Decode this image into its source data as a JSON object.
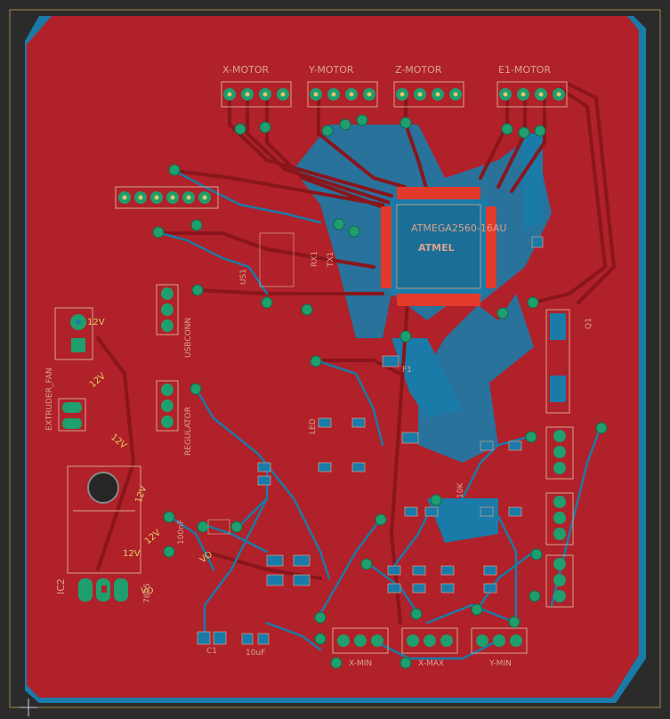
{
  "pcb": {
    "colors": {
      "background": "#2b2b2b",
      "frame": "#a08a44",
      "copper_top": "#b0212a",
      "copper_top_dark": "#8d1a20",
      "copper_bottom": "#1a7ba8",
      "trace_top": "#8a151b",
      "pad_green": "#1f9e6e",
      "silkscreen": "#d9a38e"
    },
    "labels": {
      "x_motor": "X-MOTOR",
      "y_motor": "Y-MOTOR",
      "z_motor": "Z-MOTOR",
      "e1_motor": "E1-MOTOR",
      "mcu": "ATMEGA2560-16AU",
      "atmel": "ATMEL",
      "extruder_fan": "EXTRUDER_FAN",
      "usb_conn": "USBCONN",
      "regulator": "REGULATOR",
      "x_min": "X-MIN",
      "x_max": "X-MAX",
      "y_min": "Y-MIN",
      "ic2": "IC2",
      "q1": "Q1",
      "led": "LED",
      "v12_a": "12V",
      "v12_b": "12V",
      "v12_c": "12V",
      "v12_d": "12V",
      "v12_e": "12V",
      "v12_f": "12V",
      "vo_a": "VO",
      "vo_b": "VO",
      "part_7805": "7805",
      "c_100nf": "100nF",
      "c_10uf": "10uF",
      "r_10k": "10K",
      "rx1": "RX1",
      "tx1": "TX1",
      "us1": "US1",
      "f1": "F1",
      "c1": "C1"
    }
  }
}
